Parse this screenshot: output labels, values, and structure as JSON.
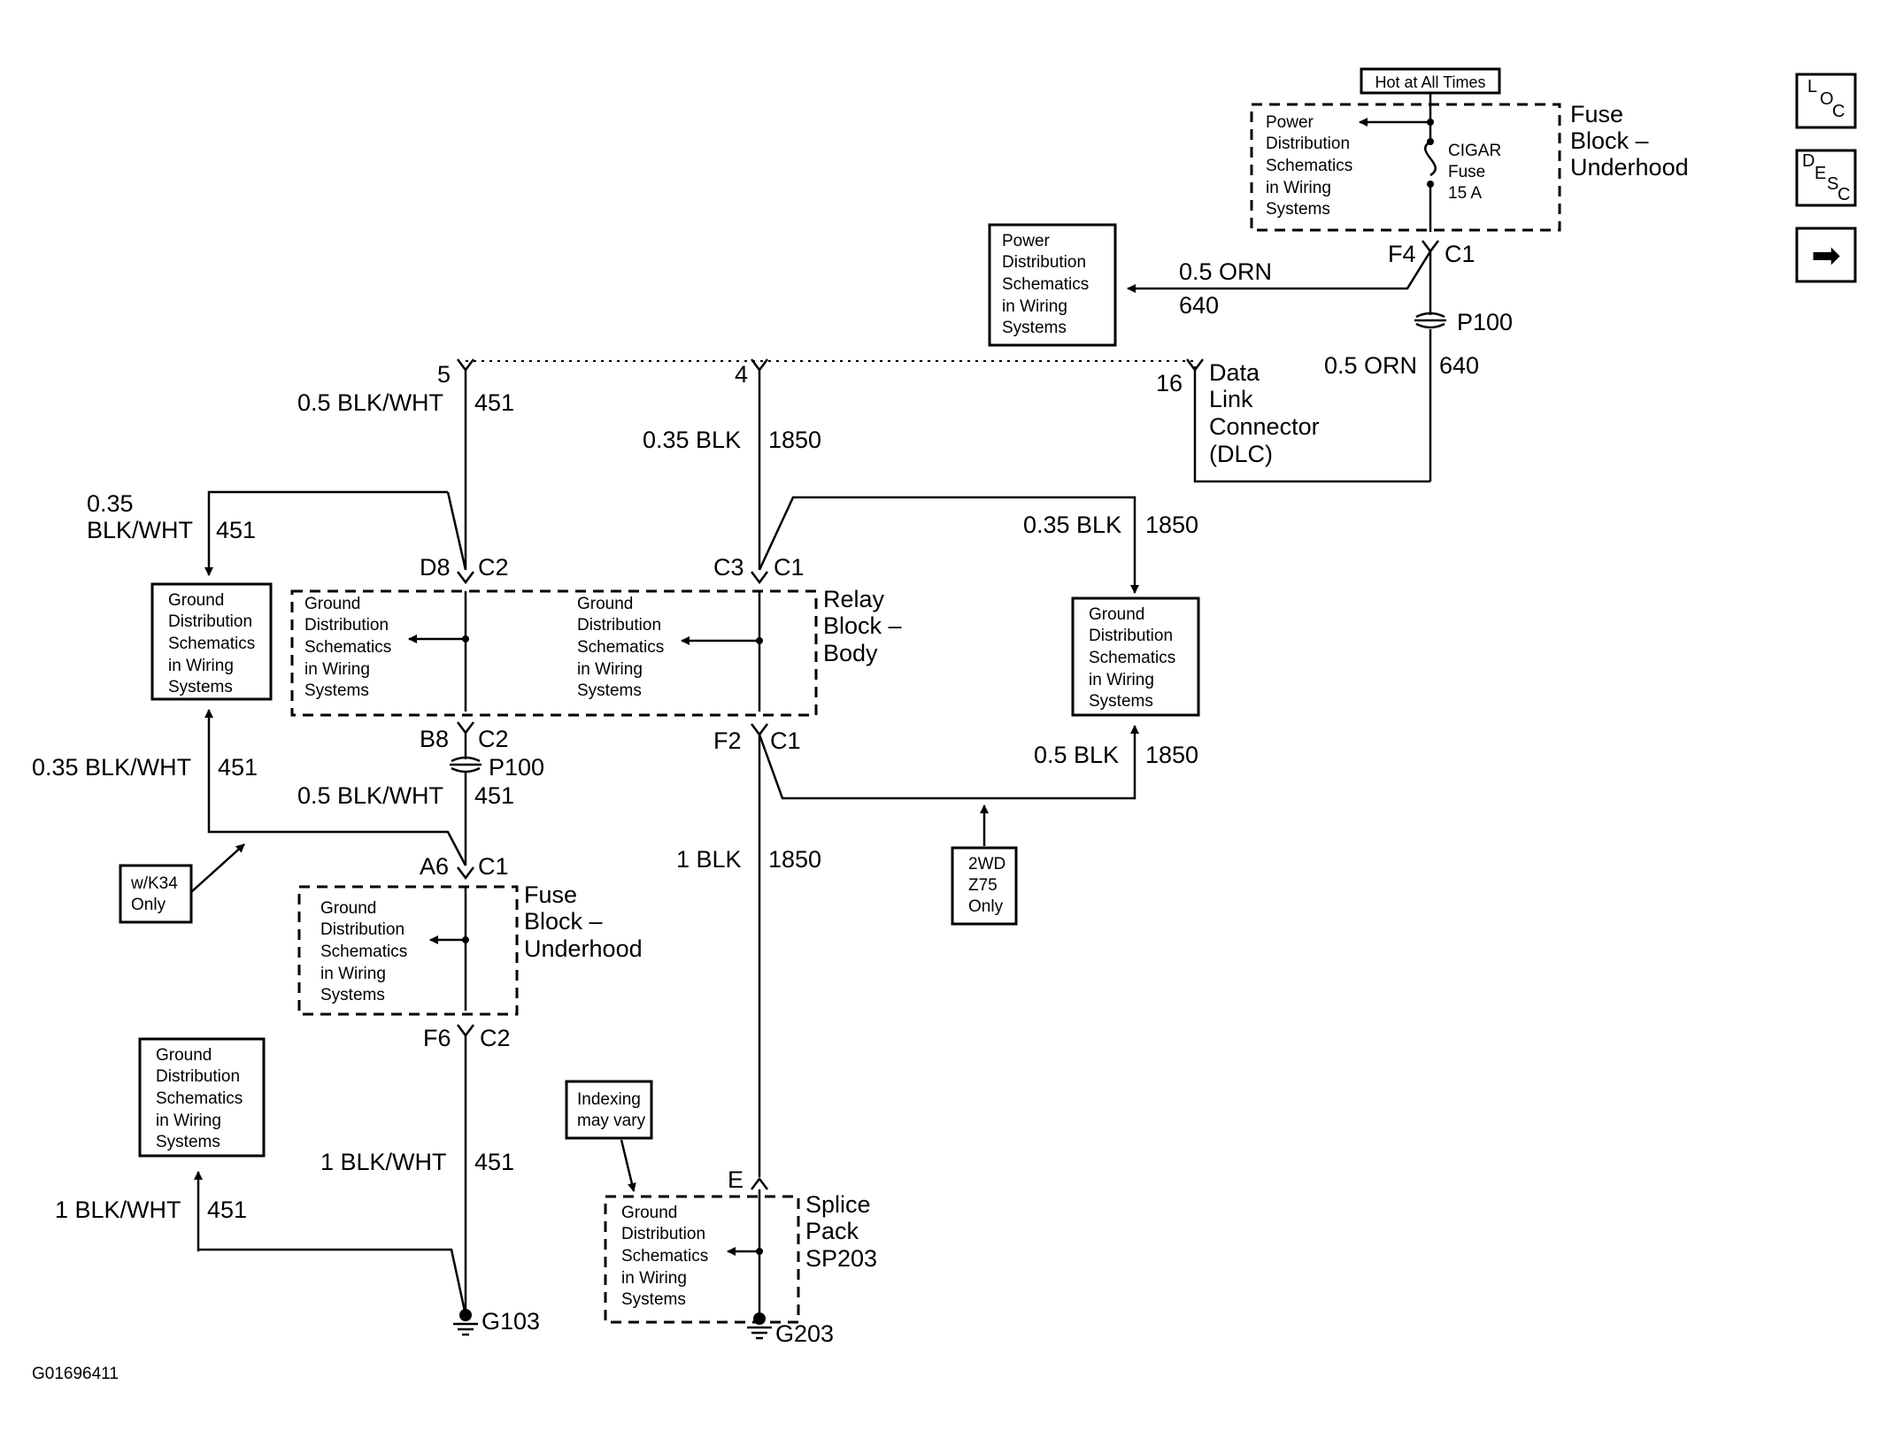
{
  "labels": {
    "hot_at_all_times": "Hot at All Times",
    "cigar": "CIGAR",
    "fuse": "Fuse",
    "fuse_rating": "15 A",
    "fuse_block": "Fuse",
    "fuse_block_2": "Block –",
    "underhood": "Underhood",
    "relay": "Relay",
    "relay_2": "Block –",
    "body": "Body",
    "f4": "F4",
    "c1": "C1",
    "c2": "C2",
    "c3": "C3",
    "d8": "D8",
    "b8": "B8",
    "a6": "A6",
    "f6": "F6",
    "f2": "F2",
    "e": "E",
    "p100": "P100",
    "pin5": "5",
    "pin4": "4",
    "pin16": "16",
    "dlc1": "Data",
    "dlc2": "Link",
    "dlc3": "Connector",
    "dlc4": "(DLC)",
    "splice1": "Splice",
    "splice2": "Pack",
    "splice3": "SP203",
    "g103": "G103",
    "g203": "G203",
    "diagram_id": "G01696411"
  },
  "wires": {
    "orn_05": "0.5 ORN",
    "n640": "640",
    "blkwht_05": "0.5 BLK/WHT",
    "n451": "451",
    "blk_035": "0.35 BLK",
    "n1850": "1850",
    "n035": "0.35",
    "blkwht": "BLK/WHT",
    "blkwht_035": "0.35 BLK/WHT",
    "blk_05": "0.5 BLK",
    "blk_1": "1 BLK",
    "blkwht_1": "1 BLK/WHT"
  },
  "refbox": {
    "power_lines": [
      "Power",
      "Distribution",
      "Schematics",
      "in Wiring",
      "Systems"
    ],
    "ground_lines": [
      "Ground",
      "Distribution",
      "Schematics",
      "in Wiring",
      "Systems"
    ]
  },
  "notes": {
    "k34": [
      "w/K34",
      "Only"
    ],
    "z75": [
      "2WD",
      "Z75",
      "Only"
    ],
    "indexing": [
      "Indexing",
      "may vary"
    ]
  },
  "nav": {
    "loc": [
      "L",
      "O",
      "C"
    ],
    "desc": [
      "D",
      "E",
      "S",
      "C"
    ],
    "next_icon": "➡"
  }
}
